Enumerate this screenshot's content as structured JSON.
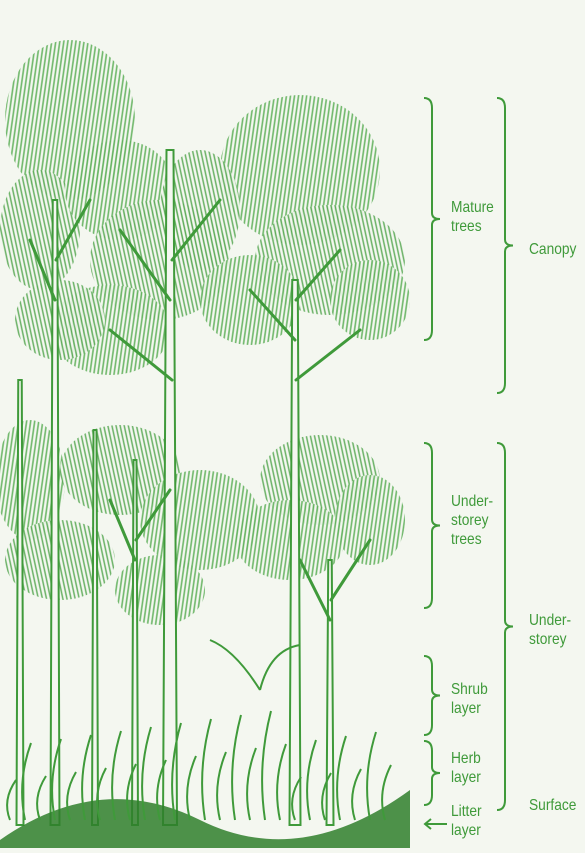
{
  "colors": {
    "background": "#f4f7f0",
    "ink": "#3f9a3a",
    "ink_dark": "#2f7f2c",
    "foliage": "#6cb866"
  },
  "layers": {
    "mature_trees": "Mature\ntrees",
    "canopy": "Canopy",
    "understorey_trees": "Under-\nstorey\ntrees",
    "understorey": "Under-\nstorey",
    "shrub_layer": "Shrub\nlayer",
    "herb_layer": "Herb\nlayer",
    "litter_layer": "Litter\nlayer",
    "surface": "Surface"
  }
}
